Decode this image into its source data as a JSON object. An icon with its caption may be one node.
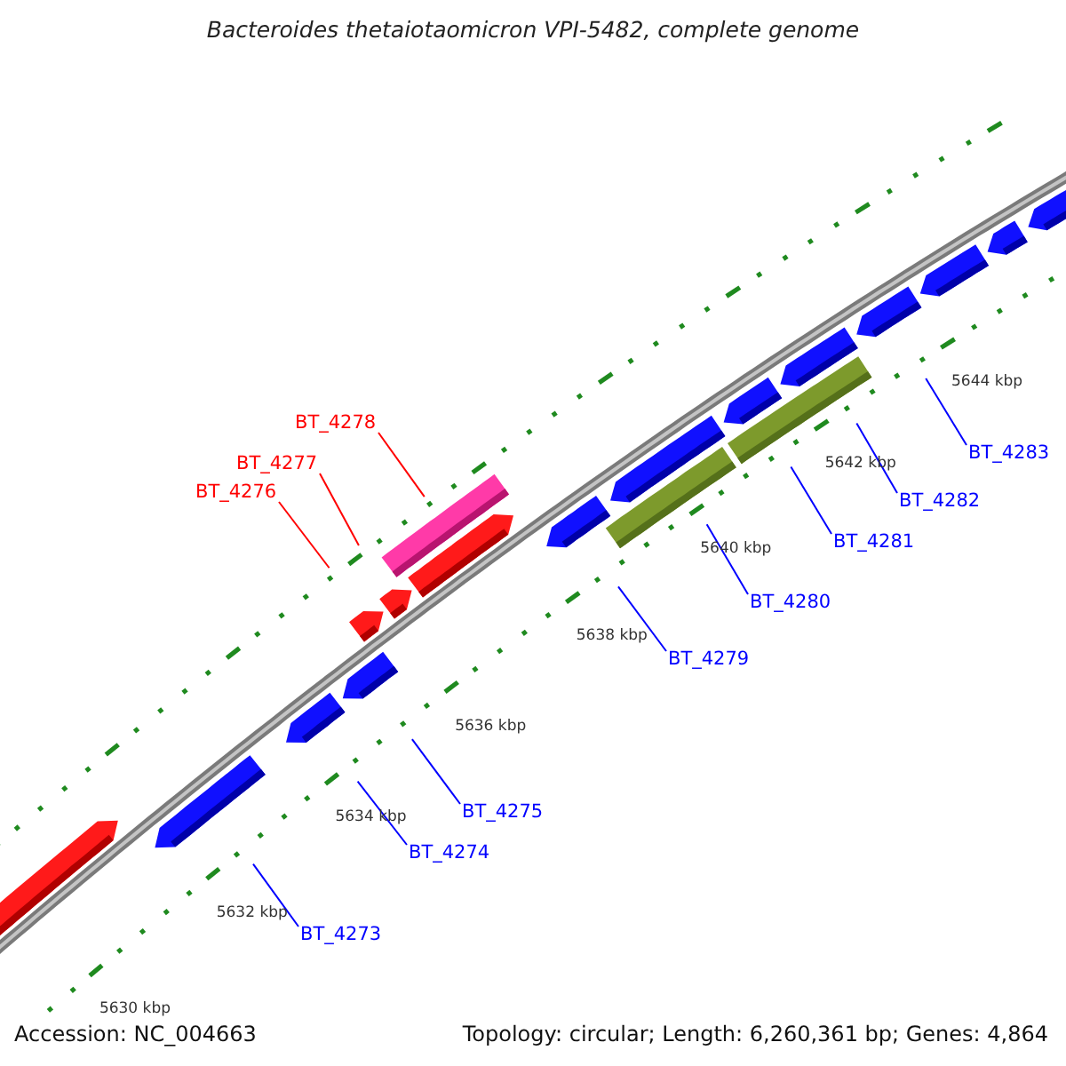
{
  "diagram": {
    "title": "Bacteroides thetaiotaomicron VPI-5482, complete genome",
    "nodes": [
      {
        "text": [],
        "shape": "bar"
      },
      {
        "text": [],
        "shape": "bar"
      },
      {
        "text": [],
        "shape": "bar"
      },
      {
        "text": [],
        "shape": "bar"
      },
      {
        "text": [],
        "shape": "bar"
      },
      {
        "text": [],
        "shape": "bar"
      },
      {
        "text": [],
        "shape": "bar"
      },
      {
        "text": [],
        "shape": "bar"
      },
      {
        "text": [],
        "shape": "bar"
      },
      {
        "text": [],
        "shape": "bar"
      },
      {
        "text": [],
        "shape": "bar"
      },
      {
        "text": [],
        "shape": "bar"
      },
      {
        "text": [],
        "shape": "bar"
      },
      {
        "text": [],
        "shape": "bar"
      },
      {
        "text": [],
        "shape": "bar"
      },
      {
        "text": [],
        "shape": "bar"
      },
      {
        "text": [],
        "shape": "bar"
      },
      {
        "text": [],
        "shape": "bar"
      },
      {
        "text": [
          "BT_4273"
        ]
      },
      {
        "text": [
          "BT_4274"
        ]
      },
      {
        "text": [
          "BT_4275"
        ]
      },
      {
        "text": [
          "BT_4276"
        ]
      },
      {
        "text": [
          "BT_4277"
        ]
      },
      {
        "text": [
          "BT_4278"
        ]
      },
      {
        "text": [
          "BT_4279"
        ]
      },
      {
        "text": [
          "BT_4280"
        ]
      },
      {
        "text": [
          "BT_4281"
        ]
      },
      {
        "text": [
          "BT_4282"
        ]
      },
      {
        "text": [
          "BT_4283"
        ]
      }
    ],
    "edges": [
      {
        "from": 18,
        "to": null,
        "arrow": "none"
      },
      {
        "from": 19,
        "to": null,
        "arrow": "none"
      },
      {
        "from": 20,
        "to": null,
        "arrow": "none"
      },
      {
        "from": 21,
        "to": null,
        "arrow": "none",
        "color": "#ff0000"
      },
      {
        "from": 22,
        "to": null,
        "arrow": "none",
        "color": "#ff0000"
      },
      {
        "from": 23,
        "to": null,
        "arrow": "none",
        "color": "#ff0000"
      },
      {
        "from": 24,
        "to": null,
        "arrow": "none"
      },
      {
        "from": 25,
        "to": null,
        "arrow": "none"
      },
      {
        "from": 26,
        "to": null,
        "arrow": "none"
      },
      {
        "from": 27,
        "to": null,
        "arrow": "none"
      },
      {
        "from": 28,
        "to": null,
        "arrow": "none"
      }
    ],
    "labels": [
      "5644 kbp",
      "5642 kbp",
      "5640 kbp",
      "5638 kbp",
      "5636 kbp",
      "5634 kbp",
      "5632 kbp",
      "5630 kbp",
      "Accession: NC_004663",
      "Topology: circular; Length: 6,260,361 bp; Genes: 4,864"
    ]
  }
}
